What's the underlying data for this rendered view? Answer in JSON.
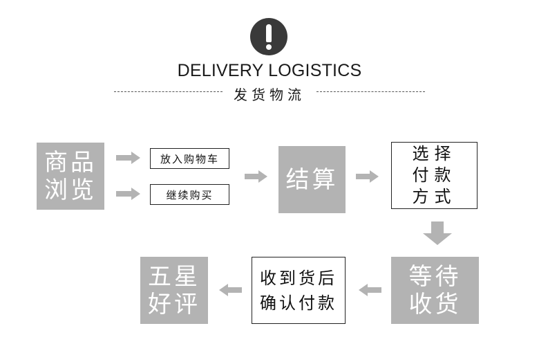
{
  "header": {
    "icon": "exclamation-circle-icon",
    "title_en": "DELIVERY LOGISTICS",
    "title_cn": "发货物流"
  },
  "colors": {
    "gray_box": "#b3b3b3",
    "arrow": "#b3b3b3",
    "icon": "#3a3a3a",
    "border": "#222222"
  },
  "steps": {
    "browse": {
      "line1": "商品",
      "line2": "浏览"
    },
    "add_to_cart": {
      "label": "放入购物车"
    },
    "continue_shopping": {
      "label": "继续购买"
    },
    "checkout": {
      "label": "结算"
    },
    "payment_method": {
      "line1": "选择",
      "line2": "付款",
      "line3": "方式"
    },
    "await_delivery": {
      "line1": "等待",
      "line2": "收货"
    },
    "confirm_payment": {
      "line1": "收到货后",
      "line2": "确认付款"
    },
    "review": {
      "line1": "五星",
      "line2": "好评"
    }
  },
  "arrows": [
    "right",
    "right",
    "right",
    "right",
    "down",
    "left",
    "left"
  ]
}
